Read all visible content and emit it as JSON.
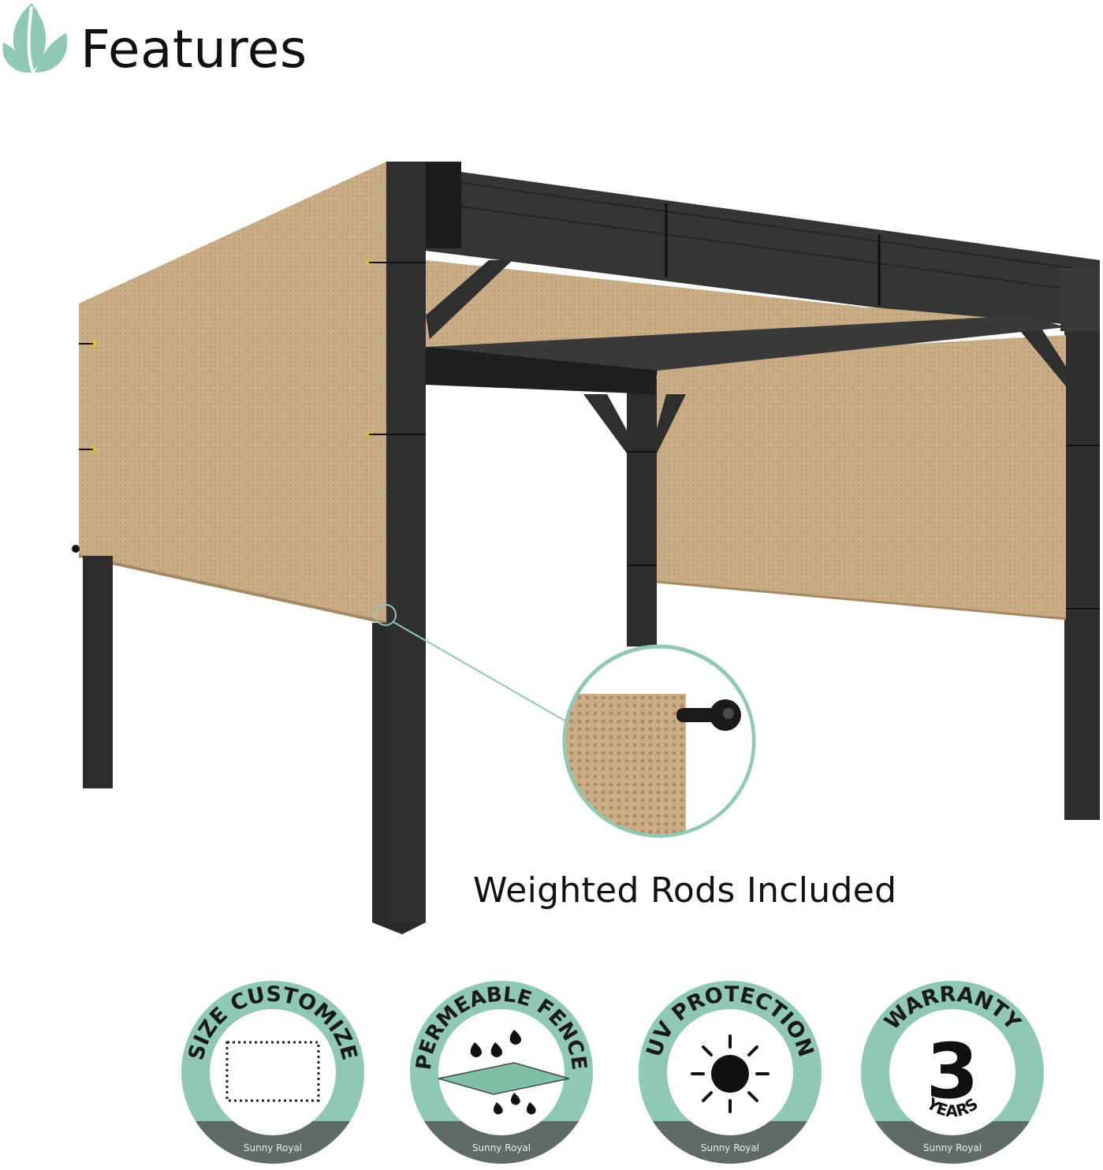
{
  "header": {
    "title": "Features"
  },
  "callout": {
    "caption": "Weighted Rods Included"
  },
  "badges": [
    {
      "arc_text": "SIZE CUSTOMIZE",
      "brand": "Sunny Royal",
      "icon": "dashed-rectangle-icon"
    },
    {
      "arc_text": "PERMEABLE FENCE",
      "brand": "Sunny Royal",
      "icon": "water-drops-icon"
    },
    {
      "arc_text": "UV PROTECTION",
      "brand": "Sunny Royal",
      "icon": "sun-icon"
    },
    {
      "arc_text": "WARRANTY",
      "number": "3",
      "unit": "YEARS",
      "brand": "Sunny Royal",
      "icon": "warranty-icon"
    }
  ],
  "colors": {
    "accent_green": "#8fc9b4",
    "dark_band": "#5f6b66",
    "fabric": "#c8ad86",
    "frame": "#2b2b2b"
  }
}
